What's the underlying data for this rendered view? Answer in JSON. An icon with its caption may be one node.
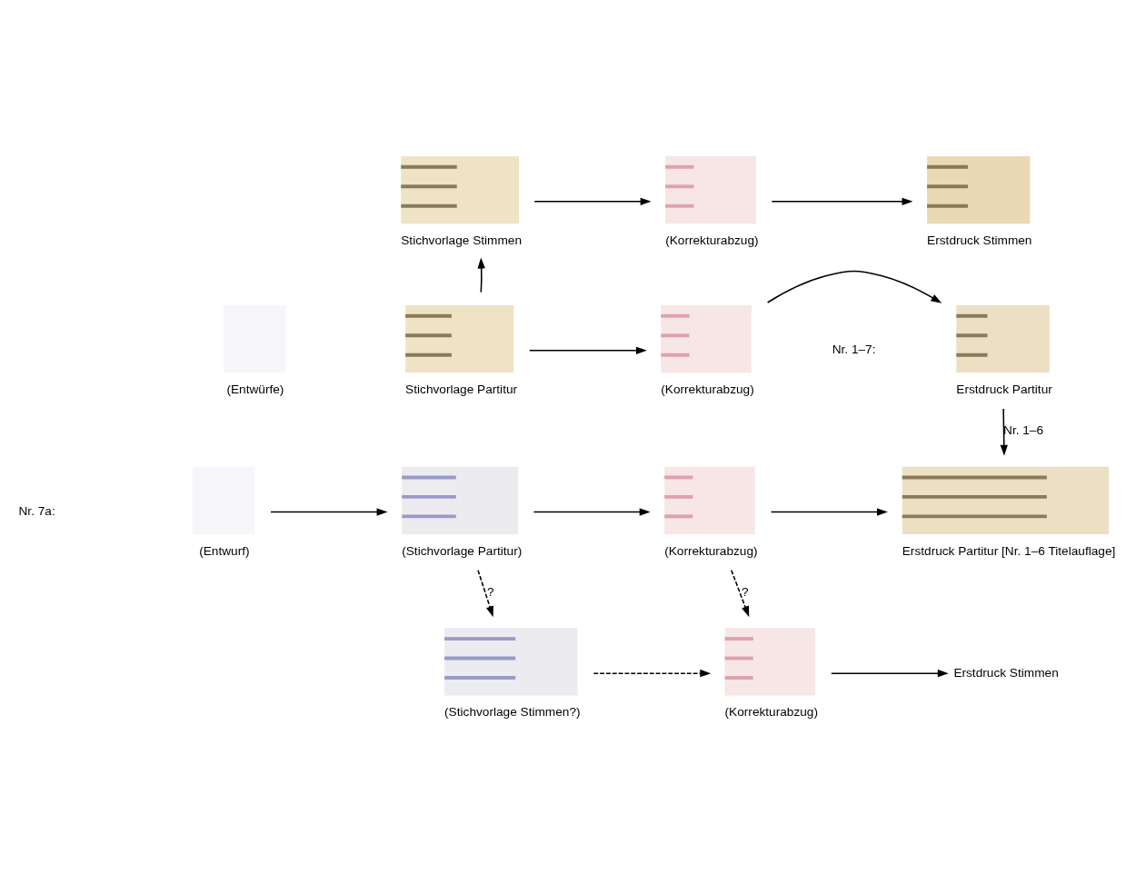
{
  "diagram": {
    "nodes": [
      {
        "text": [
          "Stichvorlage Stimmen"
        ]
      },
      {
        "text": [
          "(Korrekturabzug)"
        ]
      },
      {
        "text": [
          "Erstdruck Stimmen"
        ]
      },
      {
        "text": [
          "(Entwürfe)"
        ]
      },
      {
        "text": [
          "Stichvorlage Partitur"
        ]
      },
      {
        "text": [
          "(Korrekturabzug)"
        ]
      },
      {
        "text": [
          "Erstdruck Partitur"
        ]
      },
      {
        "text": [
          "(Entwurf)"
        ]
      },
      {
        "text": [
          "(Stichvorlage Partitur)"
        ]
      },
      {
        "text": [
          "(Korrekturabzug)"
        ]
      },
      {
        "text": [
          "Erstdruck Partitur [Nr. 1–6 Titelauflage]"
        ]
      },
      {
        "text": [
          "(Stichvorlage Stimmen?)"
        ]
      },
      {
        "text": [
          "(Korrekturabzug)"
        ]
      },
      {
        "text": [
          "Erstdruck Stimmen"
        ]
      }
    ],
    "edges": [
      {
        "from": 4,
        "to": 0,
        "arrow": "to"
      },
      {
        "from": 0,
        "to": 1,
        "arrow": "to"
      },
      {
        "from": 1,
        "to": 2,
        "arrow": "to"
      },
      {
        "from": 4,
        "to": 5,
        "arrow": "to"
      },
      {
        "from": 5,
        "to": 6,
        "arrow": "to"
      },
      {
        "from": 6,
        "to": 10,
        "arrow": "to",
        "label": "Nr. 1–6"
      },
      {
        "from": 7,
        "to": 8,
        "arrow": "to"
      },
      {
        "from": 8,
        "to": 9,
        "arrow": "to"
      },
      {
        "from": 9,
        "to": 10,
        "arrow": "to"
      },
      {
        "from": 8,
        "to": 11,
        "arrow": "to",
        "style": "dashed",
        "label": "?"
      },
      {
        "from": 9,
        "to": 12,
        "arrow": "to",
        "style": "dashed",
        "label": "?"
      },
      {
        "from": 11,
        "to": 12,
        "arrow": "to",
        "style": "dashed"
      },
      {
        "from": 12,
        "to": 13,
        "arrow": "to"
      }
    ],
    "labels": [
      "Nr. 1–7:",
      "Nr. 7a:"
    ]
  }
}
